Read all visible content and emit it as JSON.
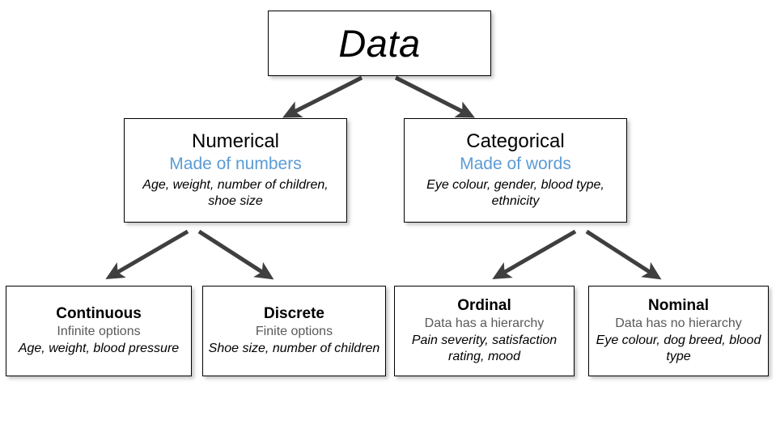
{
  "diagram": {
    "title": "Data",
    "arrow_color": "#3F3F3F",
    "accent_blue": "#5B9BD5",
    "muted_gray": "#595959"
  },
  "root": {
    "label": "Data"
  },
  "level2": [
    {
      "title": "Numerical",
      "subtitle": "Made of numbers",
      "examples": "Age, weight, number of children, shoe size"
    },
    {
      "title": "Categorical",
      "subtitle": "Made of words",
      "examples": "Eye colour, gender, blood type, ethnicity"
    }
  ],
  "level3": [
    {
      "title": "Continuous",
      "subtitle": "Infinite options",
      "examples": "Age, weight, blood pressure"
    },
    {
      "title": "Discrete",
      "subtitle": "Finite options",
      "examples": "Shoe size, number of children"
    },
    {
      "title": "Ordinal",
      "subtitle": "Data has a hierarchy",
      "examples": "Pain severity, satisfaction rating, mood"
    },
    {
      "title": "Nominal",
      "subtitle": "Data has no hierarchy",
      "examples": "Eye colour, dog breed, blood type"
    }
  ]
}
